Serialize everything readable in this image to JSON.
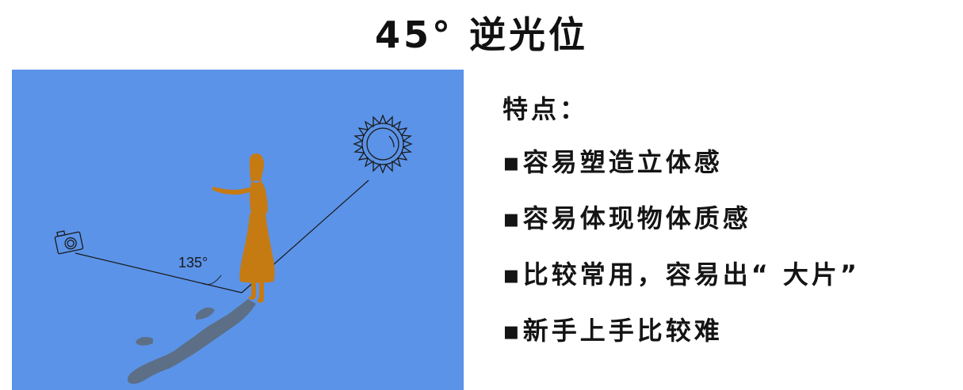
{
  "title": "45° 逆光位",
  "figure": {
    "angle_label": "135°",
    "icons": [
      "camera-icon",
      "sun-icon",
      "person-silhouette"
    ],
    "colors": {
      "background": "#5b93e8",
      "person": "#c67a12",
      "shadow": "#5c6f86",
      "lines": "#1a1a1a"
    }
  },
  "notes": {
    "heading": "特点：",
    "items": [
      "▪容易塑造立体感",
      "▪容易体现物体质感",
      "▪比较常用，容易出“ 大片”",
      "▪新手上手比较难"
    ]
  }
}
